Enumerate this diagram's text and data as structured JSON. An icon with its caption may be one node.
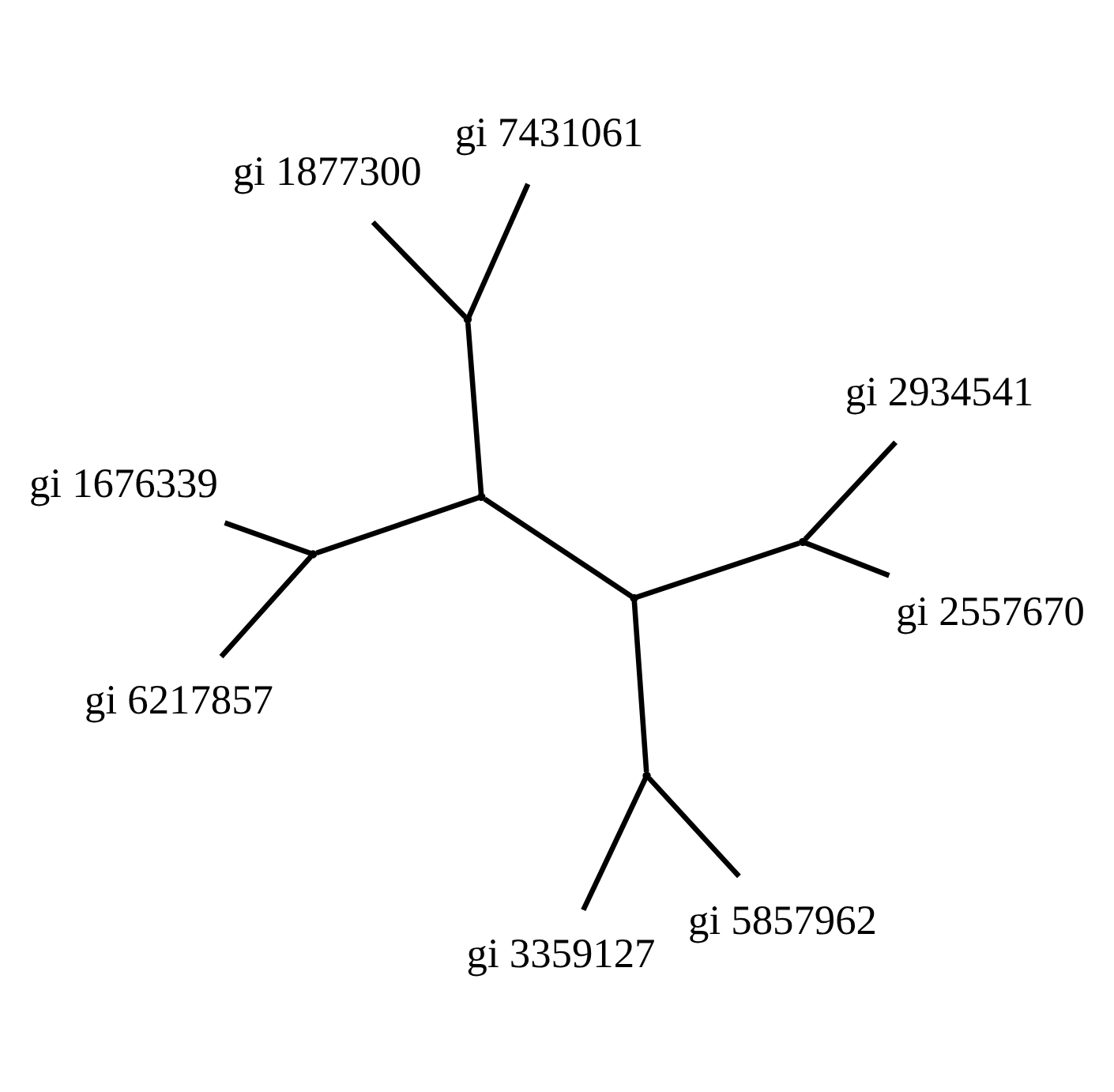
{
  "diagram": {
    "nodes": [
      {
        "text": [
          "gi 3359127"
        ]
      },
      {
        "text": [
          "gi 5857962"
        ]
      },
      {
        "text": [
          "gi 6217857"
        ]
      },
      {
        "text": [
          "gi 1676339"
        ]
      },
      {
        "text": [
          "gi 2934541"
        ]
      },
      {
        "text": [
          "gi 7431061"
        ]
      },
      {
        "text": [
          "gi 1877300"
        ]
      },
      {
        "text": [
          "gi 2557670"
        ]
      },
      {
        "text": [],
        "shape": "point"
      },
      {
        "text": [],
        "shape": "point"
      },
      {
        "text": [],
        "shape": "point"
      },
      {
        "text": [],
        "shape": "point"
      },
      {
        "text": [],
        "shape": "point"
      },
      {
        "text": [],
        "shape": "point"
      }
    ],
    "edges": [
      {
        "from": 10,
        "to": 8,
        "arrow": "none"
      },
      {
        "from": 10,
        "to": 11,
        "arrow": "none"
      },
      {
        "from": 10,
        "to": 12,
        "arrow": "none"
      },
      {
        "from": 8,
        "to": 0,
        "arrow": "none"
      },
      {
        "from": 8,
        "to": 1,
        "arrow": "none"
      },
      {
        "from": 11,
        "to": 4,
        "arrow": "none"
      },
      {
        "from": 11,
        "to": 7,
        "arrow": "none"
      },
      {
        "from": 12,
        "to": 9,
        "arrow": "none"
      },
      {
        "from": 12,
        "to": 13,
        "arrow": "none"
      },
      {
        "from": 9,
        "to": 2,
        "arrow": "none"
      },
      {
        "from": 9,
        "to": 3,
        "arrow": "none"
      },
      {
        "from": 13,
        "to": 5,
        "arrow": "none"
      },
      {
        "from": 13,
        "to": 6,
        "arrow": "none"
      }
    ]
  }
}
